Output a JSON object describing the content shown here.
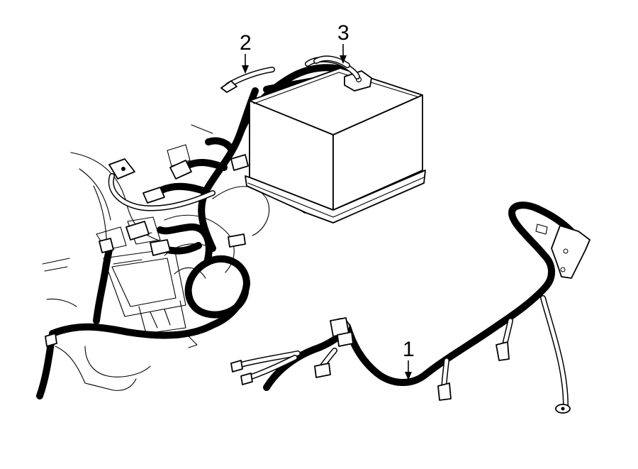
{
  "callouts": [
    {
      "id": "1",
      "label": "1"
    },
    {
      "id": "2",
      "label": "2"
    },
    {
      "id": "3",
      "label": "3"
    }
  ],
  "components": {
    "battery": "battery-icon",
    "engine_harness": "engine-wiring-harness-icon",
    "battery_cable_harness": "battery-cable-harness-icon",
    "engine_block": "engine-block-icon"
  },
  "colors": {
    "line": "#000000",
    "background": "#ffffff"
  }
}
